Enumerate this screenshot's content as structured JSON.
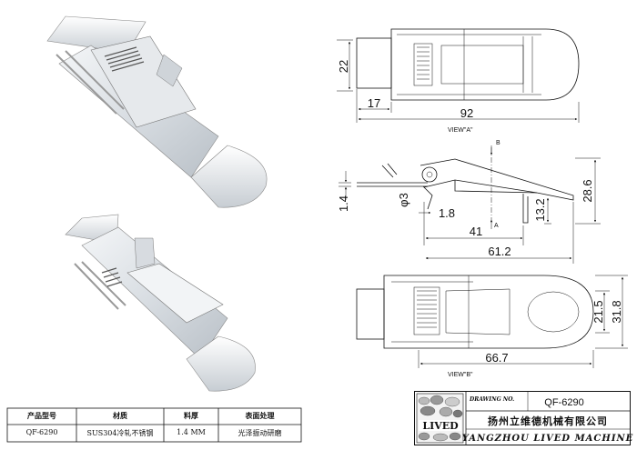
{
  "dimensions": {
    "top_view_height": "22",
    "top_view_offset": "17",
    "top_view_length": "92",
    "side_thickness": "1.4",
    "side_hole_diameter": "φ3",
    "side_offset": "1.8",
    "side_length_a": "41",
    "side_height_small": "13.2",
    "side_height_total": "28.6",
    "side_length_total": "61.2",
    "bottom_width_inner": "21.5",
    "bottom_width_total": "31.8",
    "bottom_length": "66.7"
  },
  "view_labels": {
    "view_a": "VIEW\"A\"",
    "view_b": "VIEW\"B\"",
    "arrow_b": "B",
    "arrow_a": "A"
  },
  "parts_table": {
    "headers": [
      "产品型号",
      "材质",
      "料厚",
      "表面处理"
    ],
    "values": [
      "QF-6290",
      "SUS304冷轧不锈钢",
      "1.4 MM",
      "光泽振动研磨"
    ]
  },
  "title_block": {
    "drawing_no_label": "DRAWING NO.",
    "drawing_no": "QF-6290",
    "logo_text": "LIVED",
    "company_cn": "扬州立维德机械有限公司",
    "company_en": "YANGZHOU LIVED MACHINE"
  }
}
